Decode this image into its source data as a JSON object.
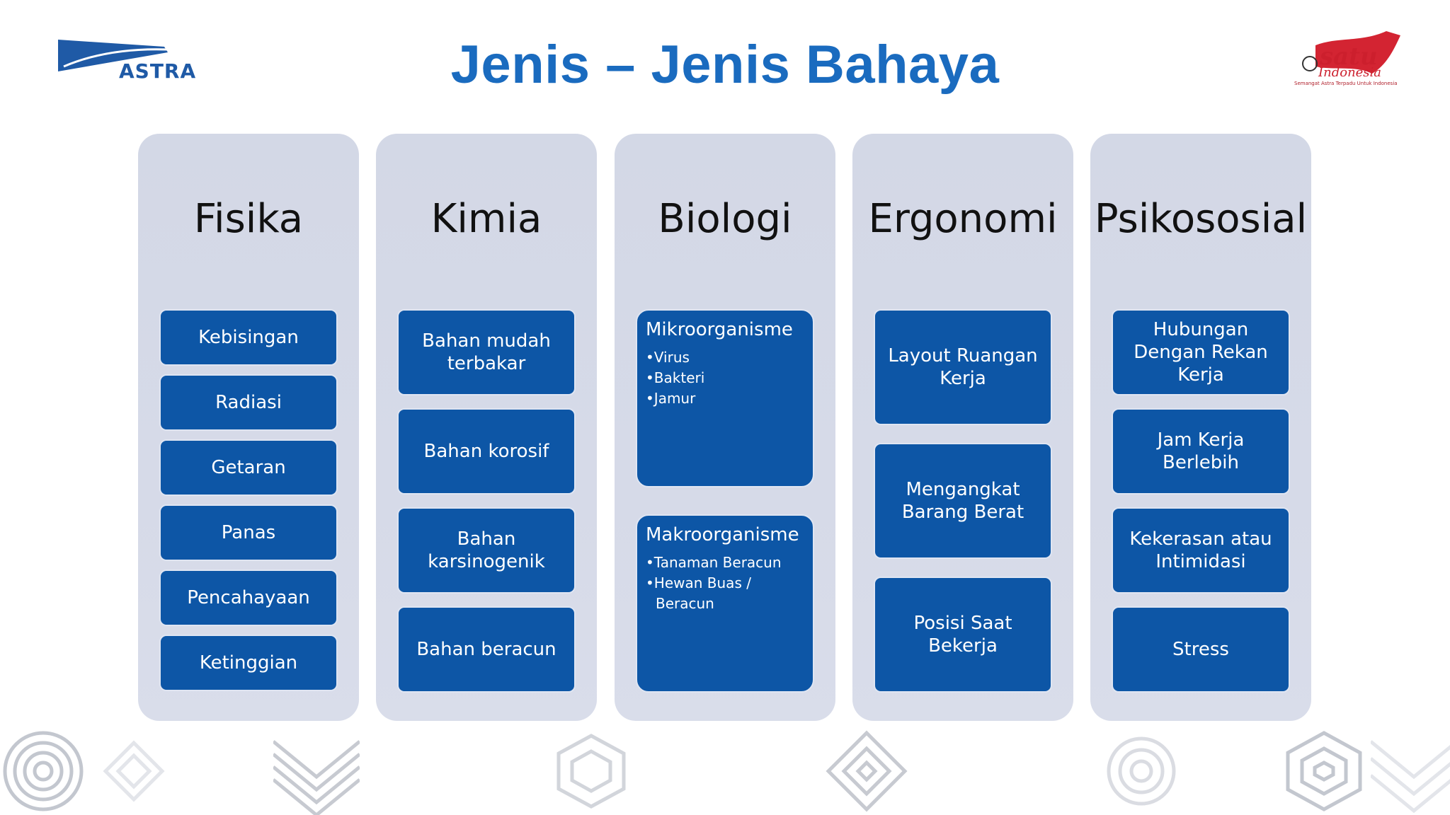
{
  "title": "Jenis – Jenis Bahaya",
  "logos": {
    "left": "ASTRA",
    "right_main": "satu",
    "right_sub": "Indonesia",
    "right_tagline": "Semangat Astra Terpadu Untuk Indonesia"
  },
  "columns": [
    {
      "title": "Fisika",
      "items": [
        "Kebisingan",
        "Radiasi",
        "Getaran",
        "Panas",
        "Pencahayaan",
        "Ketinggian"
      ]
    },
    {
      "title": "Kimia",
      "items": [
        "Bahan mudah terbakar",
        "Bahan korosif",
        "Bahan karsinogenik",
        "Bahan beracun"
      ]
    },
    {
      "title": "Biologi",
      "groups": [
        {
          "title": "Mikroorganisme",
          "items": [
            "Virus",
            "Bakteri",
            "Jamur"
          ]
        },
        {
          "title": "Makroorganisme",
          "items": [
            "Tanaman Beracun",
            "Hewan Buas / Beracun"
          ]
        }
      ]
    },
    {
      "title": "Ergonomi",
      "items": [
        "Layout Ruangan Kerja",
        "Mengangkat Barang Berat",
        "Posisi Saat Bekerja"
      ]
    },
    {
      "title": "Psikososial",
      "items": [
        "Hubungan Dengan Rekan Kerja",
        "Jam Kerja Berlebih",
        "Kekerasan atau Intimidasi",
        "Stress"
      ]
    }
  ],
  "colors": {
    "title": "#1a6bbf",
    "panel": "#d5d9e7",
    "box": "#0d56a6",
    "box_text": "#ffffff",
    "tile_pattern": "#b9bec8"
  }
}
